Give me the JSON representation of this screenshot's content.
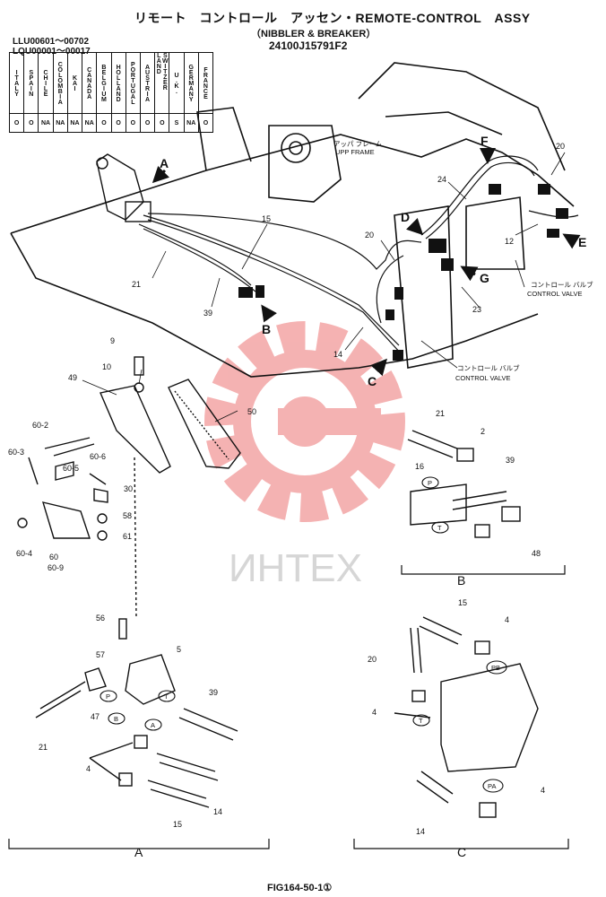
{
  "header": {
    "title": "リモート　コントロール　アッセン・REMOTE-CONTROL　ASSY",
    "subtitle": "（NIBBLER & BREAKER）",
    "part_number": "24100J15791F2",
    "serial_1": "LLU00601〜00702",
    "serial_2": "LQU00001〜00017"
  },
  "countries": [
    {
      "name": "ITALY",
      "value": "O"
    },
    {
      "name": "SPAIN",
      "value": "O"
    },
    {
      "name": "CHILE",
      "value": "NA"
    },
    {
      "name": "COLOMBIA",
      "value": "NA"
    },
    {
      "name": "KAI",
      "value": "NA"
    },
    {
      "name": "CANADA",
      "value": "NA"
    },
    {
      "name": "BELGIUM",
      "value": "O"
    },
    {
      "name": "HOLLAND",
      "value": "O"
    },
    {
      "name": "PORTUGAL",
      "value": "O"
    },
    {
      "name": "AUSTRIA",
      "value": "O"
    },
    {
      "name": "SWITZER LAND",
      "value": "O"
    },
    {
      "name": "U.K.",
      "value": "S"
    },
    {
      "name": "GERMANY",
      "value": "NA"
    },
    {
      "name": "FRANCE",
      "value": "O"
    }
  ],
  "labels": {
    "upp_frame_jp": "アッパ フレーム",
    "upp_frame": "UPP FRAME",
    "control_valve_jp": "コントロール バルブ",
    "control_valve": "CONTROL VALVE"
  },
  "callouts": {
    "c15a": "15",
    "c21a": "21",
    "c39a": "39",
    "c14a": "14",
    "c20a": "20",
    "c24": "24",
    "c20b": "20",
    "c12": "12",
    "c23": "23",
    "c9": "9",
    "c10": "10",
    "c49": "49",
    "c50": "50",
    "c602": "60-2",
    "c603": "60-3",
    "c605": "60-5",
    "c606": "60-6",
    "c30": "30",
    "c58": "58",
    "c61": "61",
    "c604": "60-4",
    "c60": "60",
    "c609": "60-9",
    "c21b": "21",
    "c2": "2",
    "c16": "16",
    "c39b": "39",
    "c48": "48",
    "c56": "56",
    "c57": "57",
    "c5": "5",
    "c39c": "39",
    "c47": "47",
    "c21c": "21",
    "c4a": "4",
    "c14b": "14",
    "c15b": "15",
    "c15c": "15",
    "c4b": "4",
    "c20c": "20",
    "c4c": "4",
    "c14c": "14",
    "c4d": "4"
  },
  "letters": {
    "A": "A",
    "B": "B",
    "C": "C",
    "D": "D",
    "E": "E",
    "F": "F",
    "G": "G",
    "section_b": "B",
    "section_a": "A",
    "section_c": "C"
  },
  "port_labels": {
    "p1": "P",
    "t1": "T",
    "p2": "P",
    "t2": "T",
    "a2": "A",
    "b2": "B",
    "pb": "PB",
    "t3": "T",
    "pa": "PA"
  },
  "watermark": "ИНТЕХ",
  "footer": {
    "fig_code": "FIG164-50-1①"
  },
  "colors": {
    "line": "#111111",
    "watermark": "#f3a5a5"
  }
}
